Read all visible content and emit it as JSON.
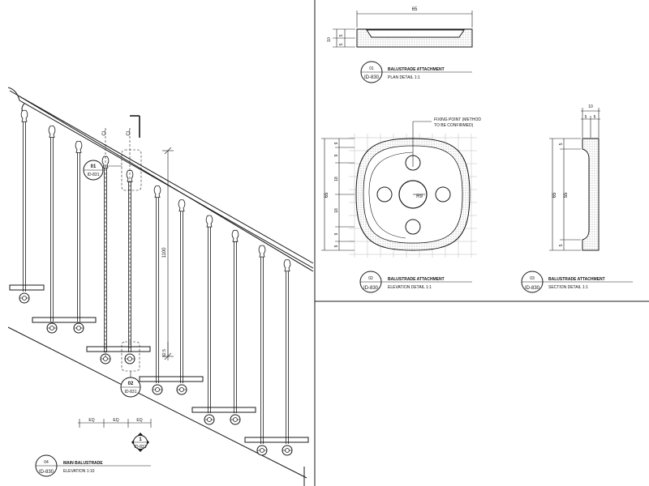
{
  "details": {
    "plan": {
      "number": "01",
      "ref": "ID-830",
      "title": "BALUSTRADE ATTACHMENT",
      "subtitle": "PLAN DETAIL 1:1"
    },
    "elevation": {
      "number": "02",
      "ref": "ID-830",
      "title": "BALUSTRADE ATTACHMENT",
      "subtitle": "ELEVATION DETAIL 1:1"
    },
    "section": {
      "number": "03",
      "ref": "ID-830",
      "title": "BALUSTRADE ATTACHMENT",
      "subtitle": "SECTION DETAIL 1:1"
    },
    "main": {
      "number": "04",
      "ref": "ID-830",
      "title": "MAIN BALUSTRADE",
      "subtitle": "ELEVATION 1:10"
    }
  },
  "plan_dims": {
    "width": "65",
    "height": "10",
    "step_a": "5",
    "step_b": "5"
  },
  "elevation_dims": {
    "overall": "65",
    "rows": [
      "9",
      "9",
      "18",
      "18",
      "9",
      "9"
    ],
    "hole_radius": "R9",
    "note_line1": "FIXING POINT (METHOD",
    "note_line2": "TO BE CONFIRMED)"
  },
  "section_dims": {
    "top": "10",
    "top_a": "5",
    "top_b": "5",
    "overall": "65",
    "middle": "55",
    "end_a": "5",
    "end_b": "5"
  },
  "main_dims": {
    "height": "1100",
    "base": "82.5",
    "spacing": [
      "EQ",
      "EQ",
      "EQ"
    ],
    "cl": "CL"
  },
  "callouts": {
    "c01": {
      "number": "01",
      "ref": "ID-831"
    },
    "c02": {
      "number": "02",
      "ref": "ID-831"
    },
    "section_marker": {
      "number": "1",
      "ref": "ID-831"
    }
  }
}
